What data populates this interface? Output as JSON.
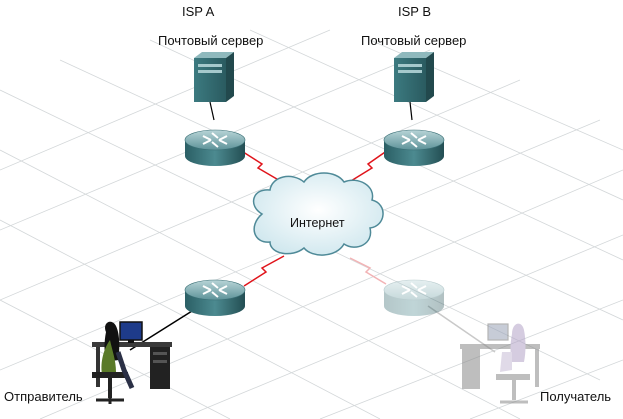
{
  "isp_a": {
    "name": "ISP A",
    "server_label": "Почтовый сервер"
  },
  "isp_b": {
    "name": "ISP B",
    "server_label": "Почтовый сервер"
  },
  "cloud": {
    "label": "Интернет"
  },
  "sender": {
    "label": "Отправитель"
  },
  "receiver": {
    "label": "Получатель"
  },
  "colors": {
    "device_teal": "#3f7f86",
    "device_teal_dark": "#2c5e64",
    "link_red": "#e0141b",
    "cable_black": "#000000",
    "grid_gray": "#cfd4d6",
    "cloud_fill": "#d9eef3",
    "cloud_stroke": "#4f8a98",
    "faded_user": "#b6a9c6"
  },
  "icons": [
    "server-icon",
    "router-icon",
    "cloud-icon",
    "user-workstation-icon"
  ]
}
